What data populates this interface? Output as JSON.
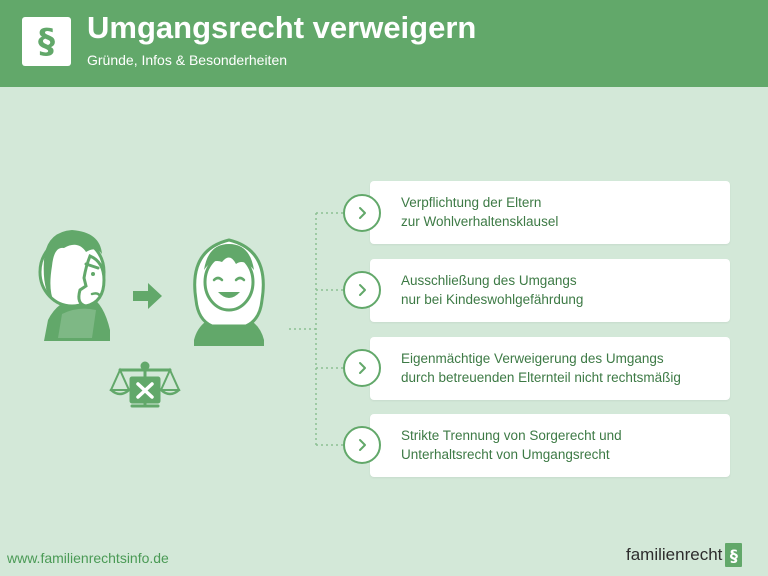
{
  "header": {
    "logo_symbol": "§",
    "title": "Umgangsrecht verweigern",
    "subtitle": "Gründe, Infos & Besonderheiten"
  },
  "illustration": {
    "icons": [
      "angry-woman-icon",
      "arrow-right-icon",
      "smiling-child-icon",
      "scales-with-x-icon"
    ]
  },
  "points": [
    {
      "line1": "Verpflichtung der Eltern",
      "line2": "zur Wohlverhaltensklausel"
    },
    {
      "line1": "Ausschließung des Umgangs",
      "line2": "nur bei Kindeswohlgefährdung"
    },
    {
      "line1": "Eigenmächtige Verweigerung des Umgangs",
      "line2": "durch betreuenden Elternteil nicht rechtsmäßig"
    },
    {
      "line1": "Strikte Trennung von Sorgerecht und",
      "line2": "Unterhaltsrecht von Umgangsrecht"
    }
  ],
  "footer": {
    "url": "www.familienrechtsinfo.de",
    "brand": "familienrecht",
    "brand_mark": "§"
  },
  "colors": {
    "header_green": "#62a86a",
    "background": "#d3e8d8",
    "text_green": "#3d7a45",
    "card": "#ffffff"
  }
}
